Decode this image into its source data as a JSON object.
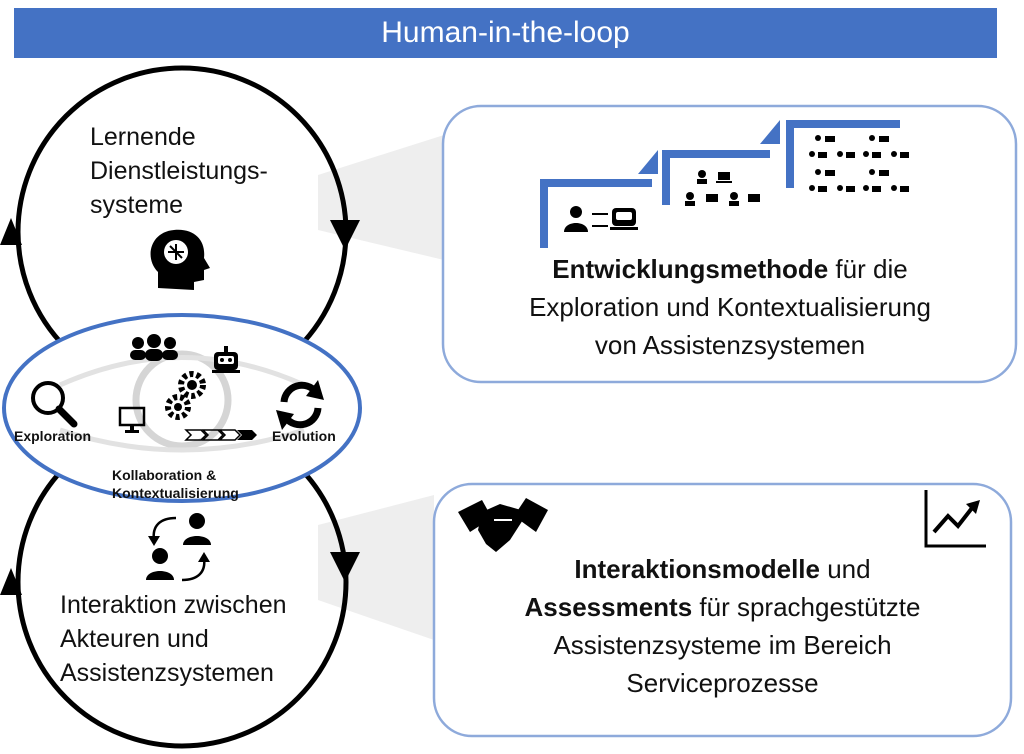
{
  "banner": {
    "title": "Human-in-the-loop"
  },
  "cycle": {
    "top_label": [
      "Lernende",
      "Dienstleistungs-",
      "systeme"
    ],
    "bottom_label": [
      "Interaktion zwischen",
      "Akteuren und",
      "Assistenzsystemen"
    ],
    "center": {
      "left": "Exploration",
      "right": "Evolution",
      "bottom": [
        "Kollaboration &",
        "Kontextualisierung"
      ]
    }
  },
  "box_top": {
    "bold": "Entwicklungsmethode",
    "rest": " für die",
    "line2": "Exploration und Kontextualisierung",
    "line3": "von Assistenzsystemen"
  },
  "box_bottom": {
    "bold1": "Interaktionsmodelle",
    "rest1": " und",
    "bold2": "Assessments",
    "rest2": " für sprachgestützte",
    "line3": "Assistenzsysteme im Bereich",
    "line4": "Serviceprozesse"
  },
  "colors": {
    "accent": "#4472c4",
    "ellipse_stroke": "#4472c4",
    "box_stroke": "#8eaadb"
  },
  "icons": [
    "brain-head-icon",
    "people-group-icon",
    "robot-icon",
    "gears-icon",
    "monitor-icon",
    "process-arrows-icon",
    "magnifier-icon",
    "refresh-icon",
    "person-exchange-icon",
    "handshake-icon",
    "chart-rising-icon",
    "stairs-icon"
  ]
}
